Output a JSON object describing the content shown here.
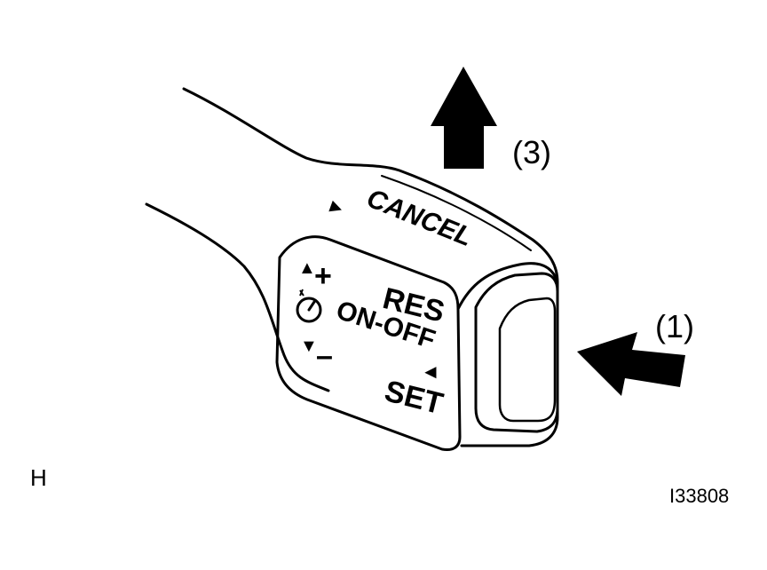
{
  "lever": {
    "cancel_label": "CANCEL",
    "res_label": "RES",
    "on_off_label": "ON-OFF",
    "set_label": "SET",
    "plus_label": "+",
    "minus_label": "–",
    "up_marker": "▲",
    "down_marker": "▼",
    "cancel_marker": "►",
    "set_marker": "◄",
    "icon": "speedometer-icon"
  },
  "callouts": {
    "push": "(1)",
    "pull_up": "(3)"
  },
  "corner_letter": "H",
  "figure_code": "I33808",
  "colors": {
    "ink": "#000000",
    "paper": "#ffffff"
  }
}
